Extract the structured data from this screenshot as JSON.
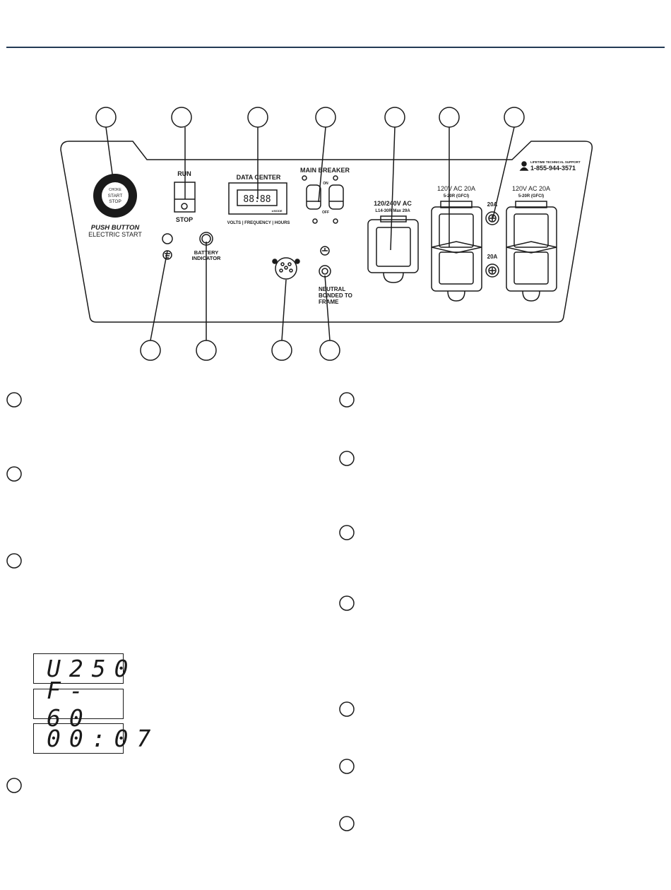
{
  "panel": {
    "push_button": {
      "center_small": "CHOKE",
      "center_mid": "START",
      "center_low": "STOP",
      "title": "PUSH BUTTON",
      "subtitle": "ELECTRIC START"
    },
    "run_stop": {
      "run": "RUN",
      "stop": "STOP"
    },
    "data_center": {
      "title": "DATA CENTER",
      "modes": "VOLTS | FREQUENCY | HOURS",
      "display": "88:88",
      "mode_mark": "◂ MODE"
    },
    "main_breaker": {
      "title": "MAIN BREAKER",
      "on": "ON",
      "off": "OFF"
    },
    "outlet_twist": {
      "line1": "120/240V AC",
      "line2": "L14-30R Max 29A"
    },
    "outlet_gfci_1": {
      "line1": "120V AC 20A",
      "line2": "5-20R (GFCI)"
    },
    "outlet_gfci_2": {
      "line1": "120V AC 20A",
      "line2": "5-20R (GFCI)"
    },
    "breaker_20a": [
      "20A",
      "20A"
    ],
    "support": {
      "label": "LIFETIME TECHNICAL SUPPORT",
      "phone": "1-855-944-3571"
    },
    "battery": {
      "line1": "BATTERY",
      "line2": "INDICATOR"
    },
    "neutral": {
      "line1": "NEUTRAL",
      "line2": "BONDED TO",
      "line3": "FRAME"
    }
  },
  "displays": [
    "U250",
    "F-60",
    "00:07"
  ],
  "colors": {
    "rule": "#233a55",
    "ink": "#1a1a1a"
  }
}
